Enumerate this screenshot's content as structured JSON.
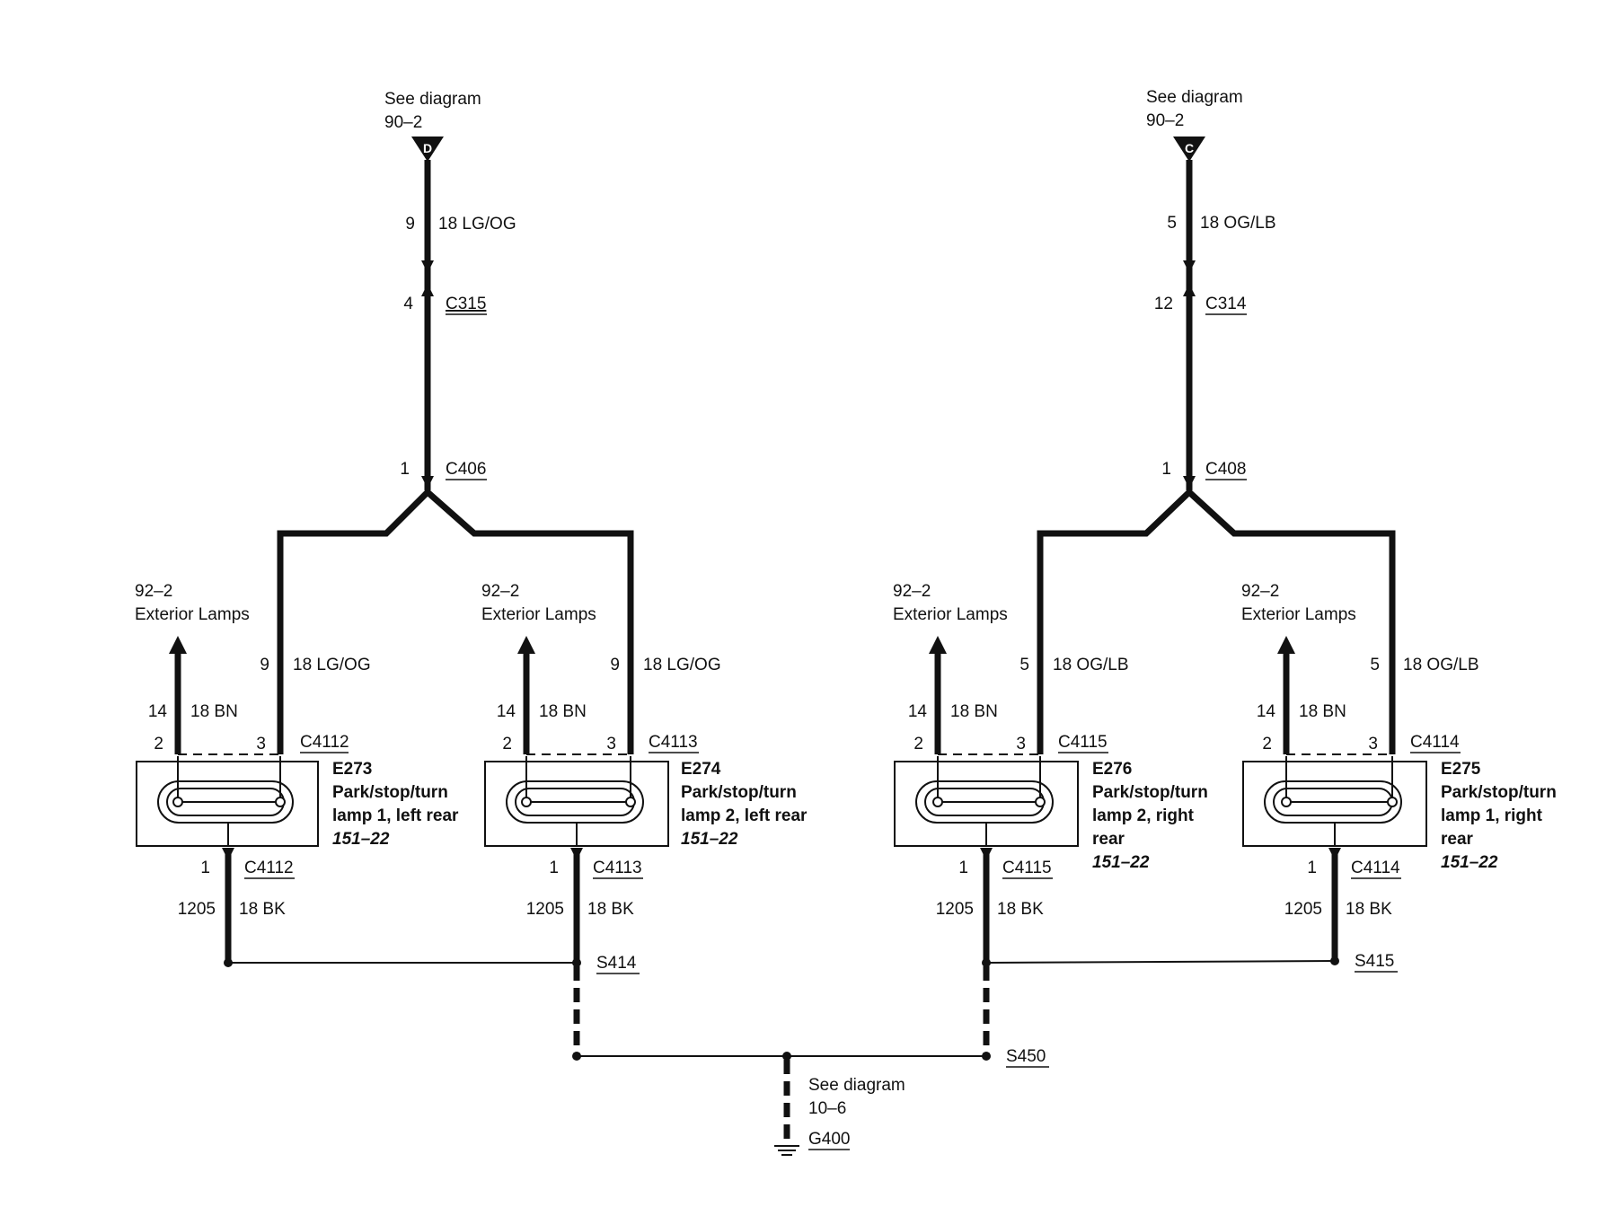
{
  "top_refs": {
    "left": {
      "line1": "See diagram",
      "line2": "90–2",
      "marker": "D"
    },
    "right": {
      "line1": "See diagram",
      "line2": "90–2",
      "marker": "C"
    }
  },
  "left_feed": {
    "pin_top": "9",
    "wire_top": "18 LG/OG",
    "c315_pin": "4",
    "c315": "C315",
    "c406_pin": "1",
    "c406": "C406"
  },
  "right_feed": {
    "pin_top": "5",
    "wire_top": "18 OG/LB",
    "c314_pin": "12",
    "c314": "C314",
    "c408_pin": "1",
    "c408": "C408"
  },
  "lamps": [
    {
      "ext_ref1": "92–2",
      "ext_ref2": "Exterior Lamps",
      "pin_feed": "9",
      "wire_feed": "18 LG/OG",
      "pin_bn": "14",
      "wire_bn": "18 BN",
      "pin2": "2",
      "pin3": "3",
      "connector": "C4112",
      "id": "E273",
      "name1": "Park/stop/turn",
      "name2": "lamp 1, left rear",
      "name3": "",
      "page": "151–22",
      "pin_gnd": "1",
      "conn_gnd": "C4112",
      "circuit": "1205",
      "wire_gnd": "18 BK"
    },
    {
      "ext_ref1": "92–2",
      "ext_ref2": "Exterior Lamps",
      "pin_feed": "9",
      "wire_feed": "18 LG/OG",
      "pin_bn": "14",
      "wire_bn": "18 BN",
      "pin2": "2",
      "pin3": "3",
      "connector": "C4113",
      "id": "E274",
      "name1": "Park/stop/turn",
      "name2": "lamp 2, left rear",
      "name3": "",
      "page": "151–22",
      "pin_gnd": "1",
      "conn_gnd": "C4113",
      "circuit": "1205",
      "wire_gnd": "18 BK"
    },
    {
      "ext_ref1": "92–2",
      "ext_ref2": "Exterior Lamps",
      "pin_feed": "5",
      "wire_feed": "18 OG/LB",
      "pin_bn": "14",
      "wire_bn": "18 BN",
      "pin2": "2",
      "pin3": "3",
      "connector": "C4115",
      "id": "E276",
      "name1": "Park/stop/turn",
      "name2": "lamp 2, right",
      "name3": "rear",
      "page": "151–22",
      "pin_gnd": "1",
      "conn_gnd": "C4115",
      "circuit": "1205",
      "wire_gnd": "18 BK"
    },
    {
      "ext_ref1": "92–2",
      "ext_ref2": "Exterior Lamps",
      "pin_feed": "5",
      "wire_feed": "18 OG/LB",
      "pin_bn": "14",
      "wire_bn": "18 BN",
      "pin2": "2",
      "pin3": "3",
      "connector": "C4114",
      "id": "E275",
      "name1": "Park/stop/turn",
      "name2": "lamp 1, right",
      "name3": "rear",
      "page": "151–22",
      "pin_gnd": "1",
      "conn_gnd": "C4114",
      "circuit": "1205",
      "wire_gnd": "18 BK"
    }
  ],
  "splices": {
    "s414": "S414",
    "s415": "S415",
    "s450": "S450"
  },
  "ground": {
    "line1": "See diagram",
    "line2": "10–6",
    "id": "G400"
  }
}
